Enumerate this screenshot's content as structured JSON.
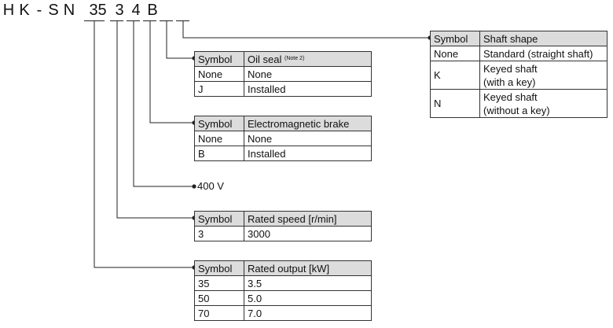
{
  "model": {
    "chars": [
      "H",
      "K",
      "-",
      "S",
      "N",
      "3",
      "5",
      "3",
      "4",
      "B",
      "",
      ""
    ]
  },
  "shaft": {
    "h1": "Symbol",
    "h2": "Shaft shape",
    "rows": [
      {
        "c1": "None",
        "c2": "Standard (straight shaft)"
      },
      {
        "c1": "K",
        "c2a": "Keyed shaft",
        "c2b": "(with a key)"
      },
      {
        "c1": "N",
        "c2a": "Keyed shaft",
        "c2b": "(without a key)"
      }
    ]
  },
  "oil": {
    "h1": "Symbol",
    "h2": "Oil seal",
    "note": "(Note 2)",
    "rows": [
      {
        "c1": "None",
        "c2": "None"
      },
      {
        "c1": "J",
        "c2": "Installed"
      }
    ]
  },
  "brake": {
    "h1": "Symbol",
    "h2": "Electromagnetic brake",
    "rows": [
      {
        "c1": "None",
        "c2": "None"
      },
      {
        "c1": "B",
        "c2": "Installed"
      }
    ]
  },
  "voltage": {
    "label": "400 V"
  },
  "speed": {
    "h1": "Symbol",
    "h2": "Rated speed [r/min]",
    "rows": [
      {
        "c1": "3",
        "c2": "3000"
      }
    ]
  },
  "output": {
    "h1": "Symbol",
    "h2": "Rated output [kW]",
    "rows": [
      {
        "c1": "35",
        "c2": "3.5"
      },
      {
        "c1": "50",
        "c2": "5.0"
      },
      {
        "c1": "70",
        "c2": "7.0"
      }
    ]
  }
}
